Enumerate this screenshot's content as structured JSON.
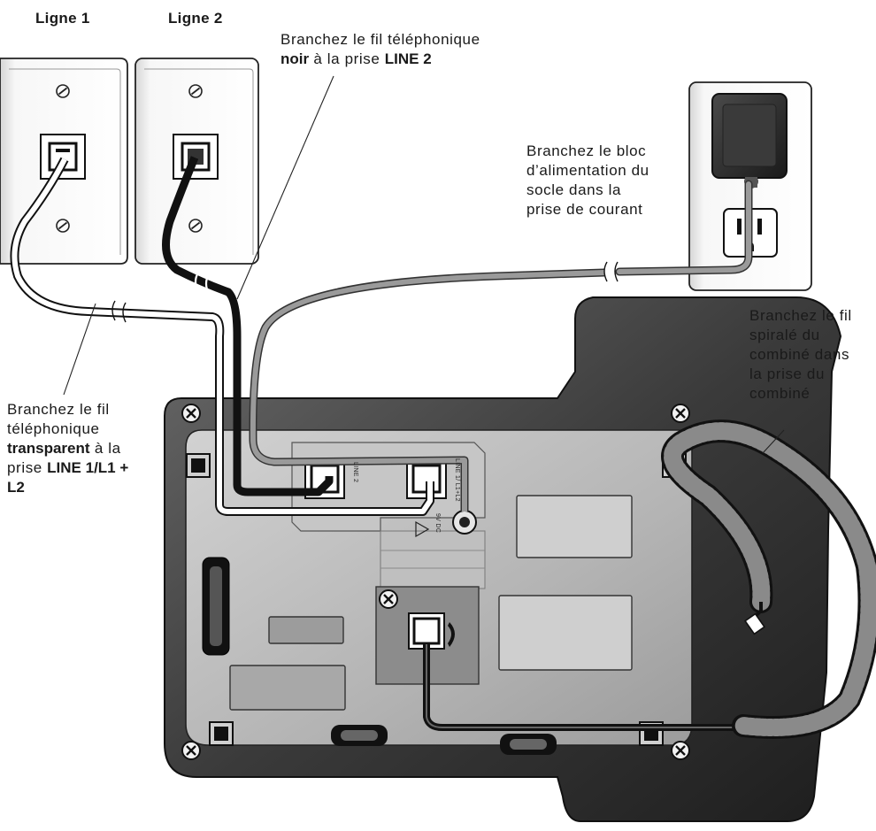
{
  "labels": {
    "line1_title": "Ligne 1",
    "line2_title": "Ligne 2",
    "noir_line_a": "Branchez le fil téléphonique",
    "noir_bold_1": "noir",
    "noir_mid": " à la prise ",
    "noir_bold_2": "LINE 2",
    "power_1": "Branchez le bloc",
    "power_2": "d’alimentation du",
    "power_3": "socle dans la",
    "power_4": "prise de courant",
    "coil_1": "Branchez le fil",
    "coil_2": "spiralé du",
    "coil_3": "combiné dans",
    "coil_4": "la prise du",
    "coil_5": "combiné",
    "trans_1": "Branchez le fil",
    "trans_2": "téléphonique",
    "trans_bold_1": "transparent",
    "trans_mid": " à la",
    "trans_pre": "prise ",
    "trans_bold_2": "LINE 1/L1 +",
    "trans_bold_3": "L2"
  },
  "jack_labels": {
    "line2": "LINE 2",
    "line1": "LINE 1/ L1+L2",
    "dc": "9V DC"
  },
  "icons": [
    "screw-icon",
    "phone-jack-icon",
    "power-outlet-icon",
    "power-adapter-icon",
    "handset-icon"
  ],
  "colors": {
    "black_cord": "#111111",
    "white_cord": "#ffffff",
    "gray_cord": "#9a9a9a",
    "base_dark": "#2a2a2a",
    "base_panel": "#b8b8b8"
  }
}
